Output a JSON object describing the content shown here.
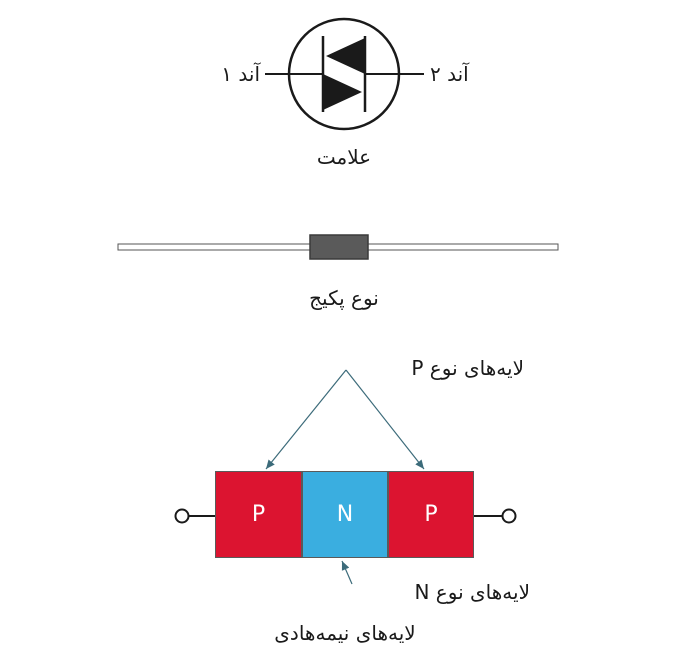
{
  "symbol": {
    "anode1_label": "آند ۱",
    "anode2_label": "آند ۲",
    "caption": "علامت"
  },
  "package": {
    "caption": "نوع پکیج"
  },
  "structure": {
    "p_layers_label": "لایه‌های نوع P",
    "n_layer_label": "لایه‌های نوع N",
    "caption": "لایه‌های نیمه‌هادی",
    "layers": [
      {
        "letter": "P",
        "color": "#dc1430"
      },
      {
        "letter": "N",
        "color": "#3aaee0"
      },
      {
        "letter": "P",
        "color": "#dc1430"
      }
    ]
  },
  "colors": {
    "p_layer": "#dc1430",
    "n_layer": "#3aaee0",
    "arrow": "#3c6b7a",
    "package_body": "#5a5a5a"
  }
}
